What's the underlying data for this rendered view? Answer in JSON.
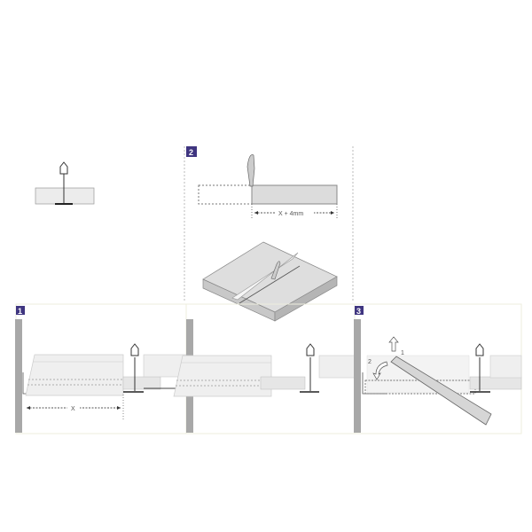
{
  "steps": {
    "s1": "1",
    "s2": "2",
    "s3": "3"
  },
  "dimensions": {
    "cut": "X + 4mm",
    "measure": "X"
  },
  "motion": {
    "lift": "1",
    "tilt": "2"
  },
  "colors": {
    "badge": "#3f3580",
    "tile": "#e6e6e6",
    "wall": "#a8a8a8",
    "frame": "#eeeede"
  }
}
